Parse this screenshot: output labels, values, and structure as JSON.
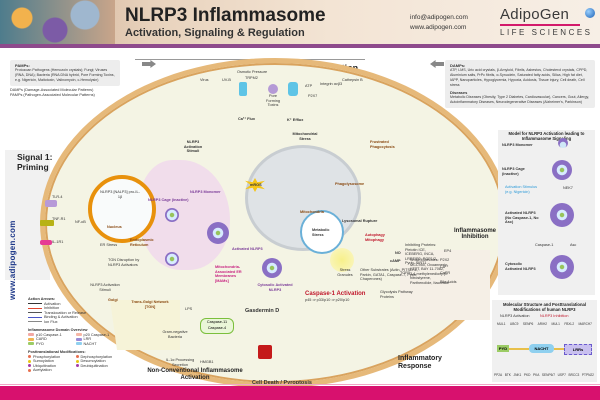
{
  "header": {
    "title": "NLRP3 Inflammasome",
    "subtitle": "Activation, Signaling & Regulation",
    "email": "info@adipogen.com",
    "website": "www.adipogen.com",
    "logo_main": "AdipoGen",
    "logo_registered": "®",
    "logo_sub": "LIFE SCIENCES"
  },
  "side_url": "www.adipogen.com",
  "pamps_box": {
    "heading": "PAMPs:",
    "text": "Protozoan Pathogens (Hemozoin crystals); Fungi; Viruses (RNA, DNA); Bacteria (RNA:DNA hybrid, Pore Forming Toxins, e.g. Nigericin, Maitotoxin, Valinomycin, c-Hemolysin)",
    "note1": "DAMPs (Damage-Associated Molecular Patterns)",
    "note2": "PAMPs (Pathogen-Associated Molecular Patterns)"
  },
  "damps_box": {
    "heading": "DAMPs:",
    "text": "ATP, LMS, Uric acid crystals, β-Amyloid, Fibrils, Asbestos, Cholesterol crystals, CPPD, Aluminium salts, PrPc fibrils, α-Synuclein, Saturated fatty acids, Silica, High fat diet, IAPP, Nanoparticles, Hypoglycemia, Hypoxia, Acidosis, Tissue injury, Cell death, Cell stress",
    "diseases_heading": "Diseases",
    "diseases_text": "Metabolic Diseases (Obesity, Type 2 Diabetes, Cardiovascular), Cancers, Gout, Allergy, Autoinflammatory Diseases, Neurodegenerative Diseases (Alzheimer's, Parkinson)"
  },
  "sections": {
    "signal1": "Signal 1:",
    "signal1b": "Priming",
    "signal2": "Signal 2: Activation",
    "inhibition": "Inflammasome Inhibition",
    "noncanonical": "Non-Conventional Inflammasome Activation",
    "inflammatory_response": "Inflammatory Response",
    "cell_death": "Cell Death / Pyroptosis",
    "caspase_activation": "Caspase-1 Activation",
    "caspase_sub": "p45 ⇒ p33/p10 ⇒ p20/p10"
  },
  "diagram_labels": {
    "nucleus": "Nucleus",
    "nucleus_genes": "NLRP3 [NALP3] pro-IL-1β",
    "er": "Endoplasmic Reticulum",
    "golgi": "Golgi",
    "tgn": "Trans-Golgi Network [TGN]",
    "tgn_disruption": "TGN Disruption by NLRP3 Activators",
    "nlrp3_activation_stimuli": "NLRP3 Activation Stimuli",
    "mitochondria": "Mitochondria",
    "mitochondrial_stress": "Mitochondrial Stress",
    "ros": "mROS",
    "k_efflux": "K⁺ Efflux",
    "ca_flux": "Ca²⁺ Flux",
    "phagolysosome": "Phagolysosome",
    "frustrated_phagocytosis": "Frustrated Phagocytosis",
    "lysosomal_rupture": "Lysosomal Rupture",
    "metabolic_stress": "Metabolic Stress",
    "autophagy": "Autophagy Mitophagy",
    "mams": "Mitochondria-Associated ER Membranes [MAMs]",
    "activated_nlrp3": "Activated NLRP3",
    "cytosolic_activated_nlrp3": "Cytosolic Activated NLRP3",
    "nlrp3_monomer": "NLRP3 Monomer",
    "nlrp3_cage": "NLRP3 Cage (inactive)",
    "gasdermin": "Gasdermin D",
    "stress_granules": "Stress Granules",
    "other_substrates": "Other Substrates (Actin, PITSLRE, Parkin, GATA1, Caspase-7, Pyrin, Chaperones)",
    "glycolysis": "Glycolysis Pathway Proteins",
    "il1b_processing": "IL-1α Processing Secretion",
    "caspase11": "Caspase-11 Caspase-4",
    "lps": "LPS",
    "gram_negative": "Gram-negative Bacteria",
    "hmgb1": "HMGB1",
    "camp": "cAMP",
    "no": "NO",
    "er_stress": "ER Stress",
    "tlr4": "TLR-4",
    "tnfr1": "TNF-R1",
    "il1r1": "IL-1R1",
    "nfkb": "NF-κB",
    "signal2_items": [
      "Virus",
      "UV-B",
      "Osmotic Pressure",
      "TRPM2",
      "Pore Forming Toxins",
      "P2X7",
      "ATP",
      "Integrin αvβ3",
      "Cathepsin B"
    ],
    "inhibit_items": [
      "Inhibiting Proteins: Pleiotin ICE, ICEBERG, INCA, LRRFIP2, POP1/2, Pyrin, SIRT1",
      "Small Molecules: MCC950, Oxoannesin, KTTT, BAY 11-7082, 3,4-methylenedioxy-β-nitrostyrene, Parthenolide, Itaconate",
      "EP4",
      "P2X2",
      "Ca²⁺",
      "CaSR",
      "TGR5",
      "Bile Acids"
    ]
  },
  "legend": {
    "action_arrows_title": "Action Arrows:",
    "arrows": [
      {
        "label": "Activation",
        "color": "#333333"
      },
      {
        "label": "Inhibition",
        "color": "#e0452e"
      },
      {
        "label": "Translocation or Release",
        "color": "#555555"
      },
      {
        "label": "Binding & Activation",
        "color": "#4a55c8"
      },
      {
        "label": "Ion Flux",
        "color": "#888888"
      }
    ],
    "domains_title": "Inflammasome Domain Overview",
    "domains": [
      {
        "label": "p10 Caspase-1",
        "color": "#f3a9a4"
      },
      {
        "label": "p20 Caspase-1",
        "color": "#f7b7a6"
      },
      {
        "label": "CARD",
        "color": "#f0b450"
      },
      {
        "label": "LRR",
        "color": "#9a8ad6"
      },
      {
        "label": "PYD",
        "color": "#9ccc65"
      },
      {
        "label": "NACHT",
        "color": "#8fd0ef"
      }
    ],
    "ptm_title": "Posttranslational Modifications:",
    "ptms": [
      {
        "label": "Phosphorylation",
        "color": "#e86f4e"
      },
      {
        "label": "Dephosphorylation",
        "color": "#e86f4e"
      },
      {
        "label": "Sumoylation",
        "color": "#e8c714"
      },
      {
        "label": "Desumoylation",
        "color": "#e8c714"
      },
      {
        "label": "Ubiquitination",
        "color": "#a23ca8"
      },
      {
        "label": "Deubiquitination",
        "color": "#a23ca8"
      },
      {
        "label": "Acetylation",
        "color": "#e86f4e"
      }
    ]
  },
  "model_box": {
    "title": "Model for NLRP3 Activation leading to Inflammasome Signaling",
    "steps": [
      "NLRP3 Monomer",
      "NLRP3 Cage (inactive)",
      "Activated NLRP3 (No Caspase-1, No Asc)",
      "Cytosolic Activated NLRP3"
    ],
    "stimulus": "Activation Stimulus (e.g. Nigericin)",
    "nek7": "NEK7",
    "caspase1": "Caspase-1",
    "asc": "Asc"
  },
  "molecular_box": {
    "title": "Molecular Structure and Posttranslational Modifications of human NLRP3",
    "legend_activation": "NLRP3 Activation",
    "legend_inhibition": "NLRP3 Inhibition",
    "domains": [
      "PYD",
      "NACHT",
      "LRRs"
    ],
    "enzymes_top": [
      "MUL1",
      "UBC9",
      "SENP6",
      "ARIH2",
      "MUL1",
      "FBXL2",
      "MARCH7"
    ],
    "enzymes_bottom": [
      "PP2A",
      "BTK",
      "JNK1",
      "PKD",
      "PKA",
      "SENP6/7",
      "USP7",
      "BRCC3",
      "PTPN22"
    ]
  }
}
